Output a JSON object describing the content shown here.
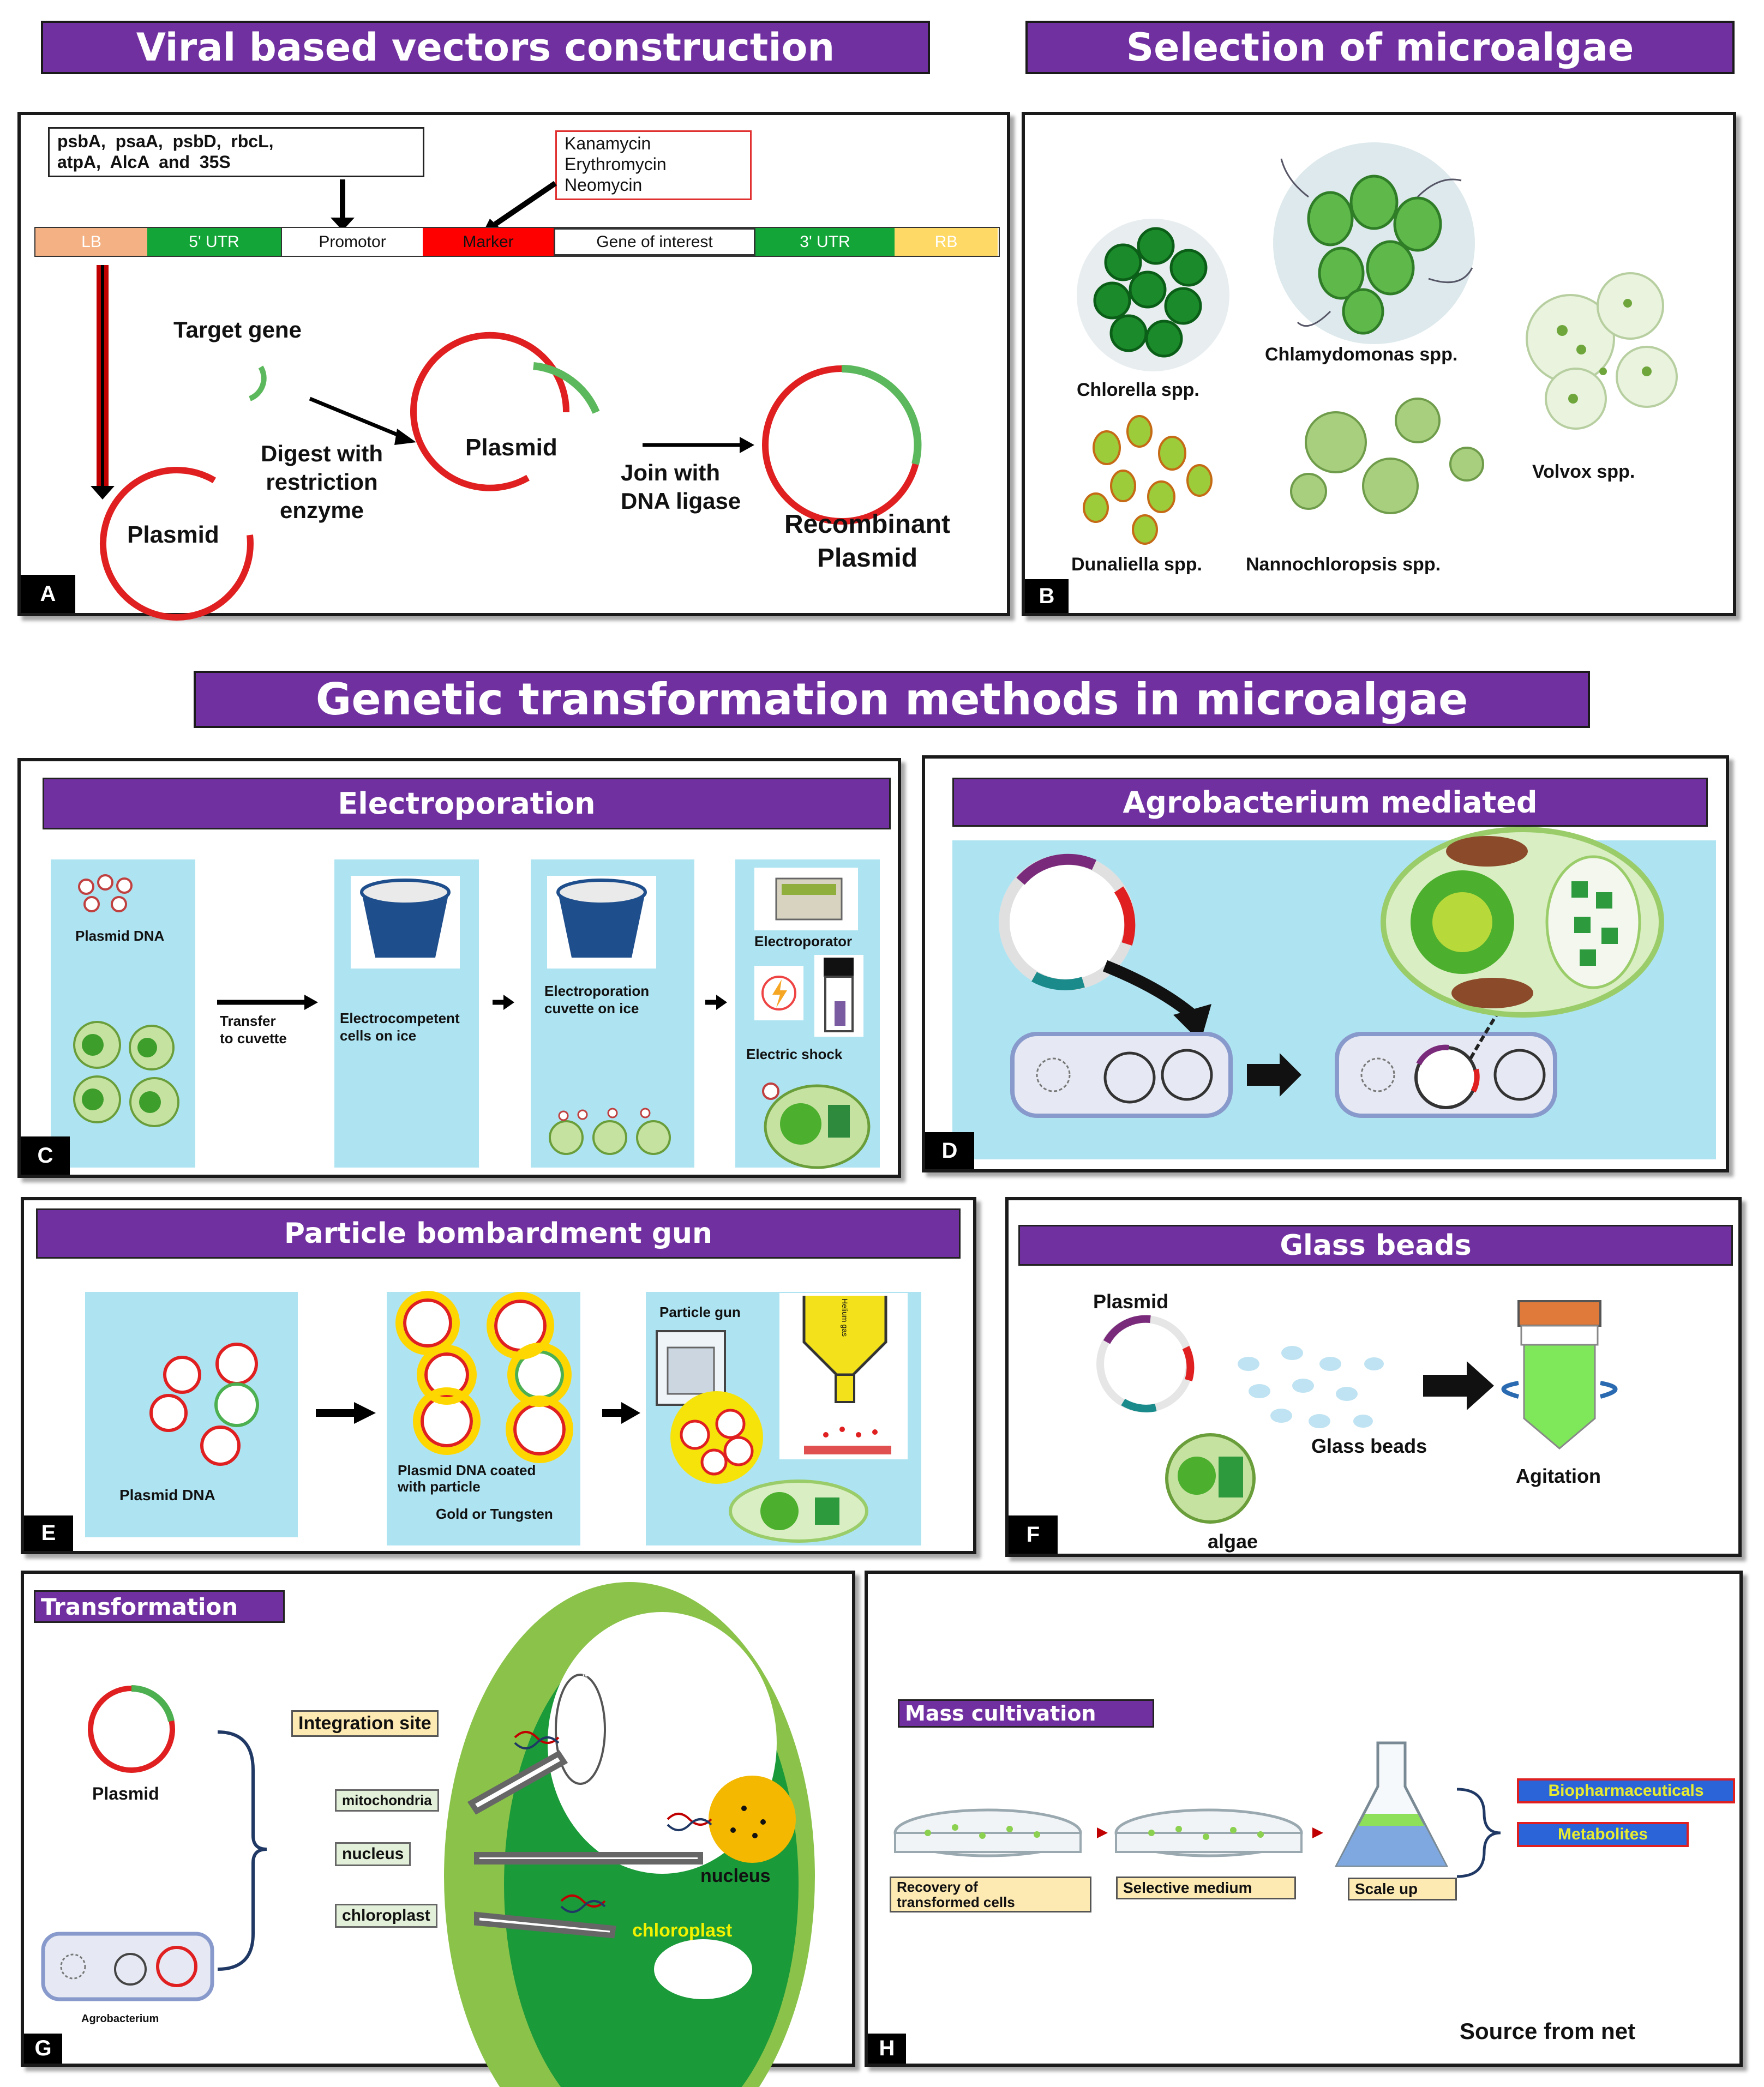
{
  "headers": {
    "viral": "Viral based vectors construction",
    "selection": "Selection  of microalgae",
    "genetic": "Genetic transformation methods in microalgae"
  },
  "panelA": {
    "label": "A",
    "promoters": "psbA,  psaA,  psbD,  rbcL,\natpA,  AlcA  and  35S",
    "markers": "Kanamycin\nErythromycin\nNeomycin",
    "segments": [
      "LB",
      "5' UTR",
      "Promotor",
      "Marker",
      "Gene of interest",
      "3' UTR",
      "RB"
    ],
    "target_gene": "Target gene",
    "digest": "Digest with\nrestriction\nenzyme",
    "plasmid": "Plasmid",
    "join": "Join with\nDNA ligase",
    "recombinant": "Recombinant\nPlasmid"
  },
  "panelB": {
    "label": "B",
    "species": [
      "Chlorella spp.",
      "Chlamydomonas spp.",
      "Volvox spp.",
      "Dunaliella spp.",
      "Nannochloropsis spp."
    ]
  },
  "panelC": {
    "label": "C",
    "title": "Electroporation",
    "plasmid_dna": "Plasmid DNA",
    "transfer": "Transfer\nto cuvette",
    "electrocompetent": "Electrocompetent\ncells on ice",
    "electroporation_cuvette": "Electroporation\ncuvette on ice",
    "electroporator": "Electroporator",
    "electric_shock": "Electric shock"
  },
  "panelD": {
    "label": "D",
    "title": "Agrobacterium mediated"
  },
  "panelE": {
    "label": "E",
    "title": "Particle bombardment  gun",
    "plasmid_dna": "Plasmid DNA",
    "coated": "Plasmid DNA coated\nwith particle",
    "gold": "Gold or Tungsten",
    "particle_gun": "Particle gun",
    "helium": "Helium gas"
  },
  "panelF": {
    "label": "F",
    "title": "Glass beads",
    "plasmid": "Plasmid",
    "glass_beads": "Glass beads",
    "agitation": "Agitation",
    "algae": "algae"
  },
  "panelG": {
    "label": "G",
    "title": "Transformation",
    "plasmid": "Plasmid",
    "agrobacterium": "Agrobacterium",
    "integration_site": "Integration site",
    "sites": [
      "mitochondria",
      "nucleus",
      "chloroplast"
    ],
    "cell_mito": "mitochondria",
    "cell_nucleus": "nucleus",
    "cell_chloroplast": "chloroplast"
  },
  "panelH": {
    "label": "H",
    "title": "Mass cultivation",
    "steps": [
      "Recovery of\ntransformed cells",
      "Selective medium",
      "Scale up"
    ],
    "products": [
      "Biopharmaceuticals",
      "Metabolites"
    ],
    "source": "Source from net"
  },
  "colors": {
    "purple": "#7030a0",
    "light_blue": "#aee4f2",
    "plasmid_red": "#e02020",
    "plasmid_green": "#4caf50",
    "cell_green": "#8bc34a"
  }
}
